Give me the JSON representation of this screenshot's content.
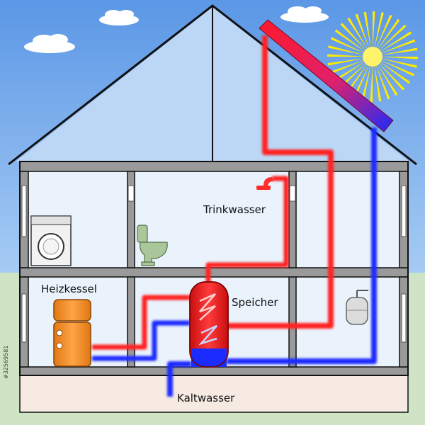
{
  "labels": {
    "trinkwasser": "Trinkwasser",
    "heizkessel": "Heizkessel",
    "speicher": "Speicher",
    "kaltwasser": "Kaltwasser"
  },
  "watermark": {
    "side_id": "#32569581"
  },
  "colors": {
    "sky": "#5b9be8",
    "ground": "#cfe4c4",
    "wall": "#8a8a8a",
    "room": "#e8f0fb",
    "hot_pipe": "#ff2a2a",
    "cold_pipe": "#1a2cff",
    "sun": "#ffea00",
    "boiler": "#f28a1e",
    "tank": "#e81c1c"
  }
}
